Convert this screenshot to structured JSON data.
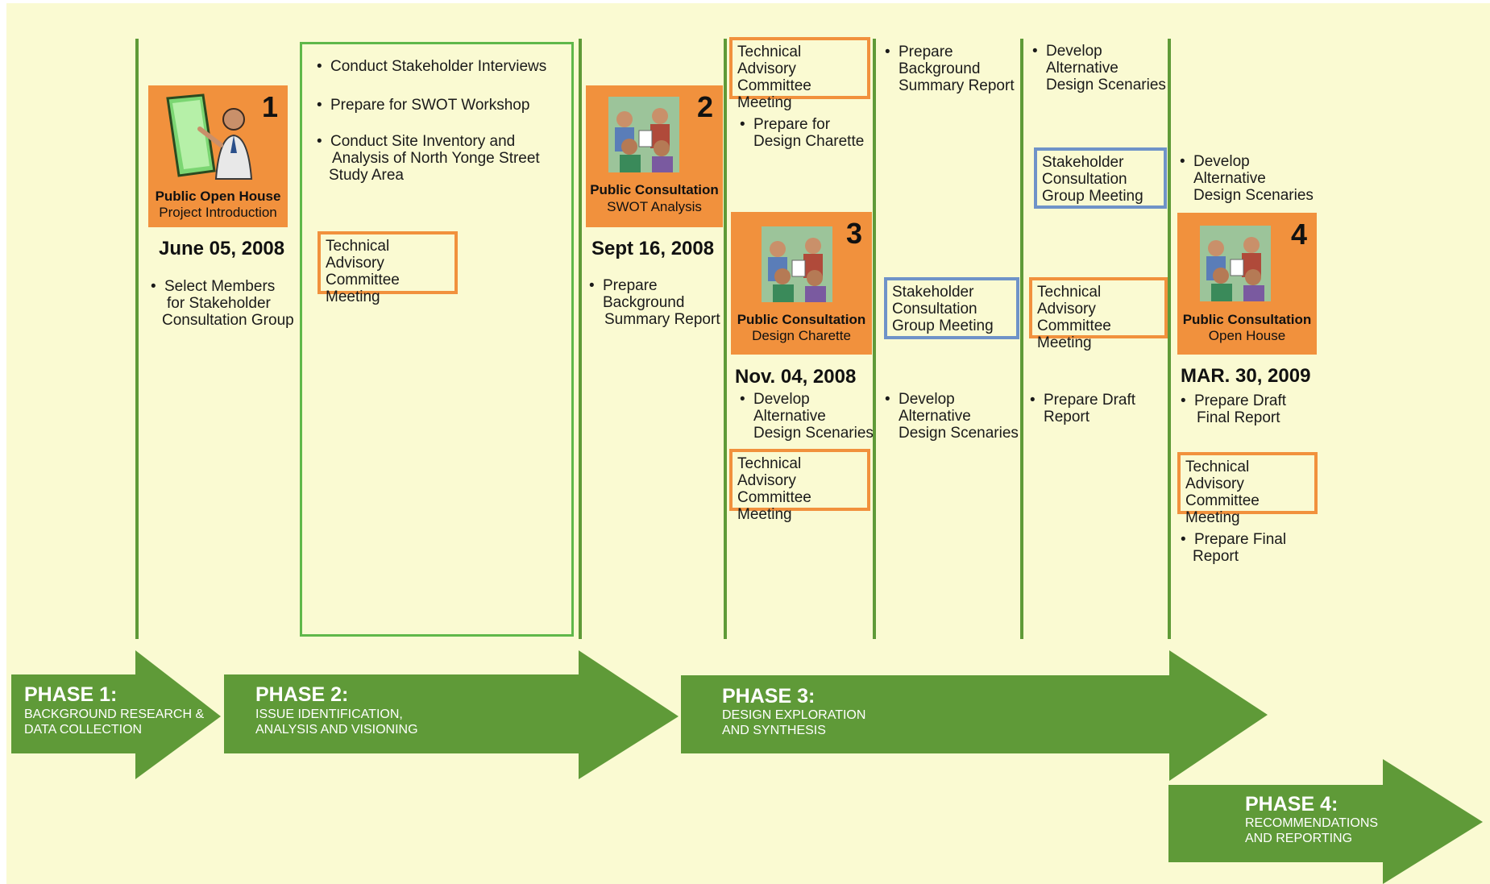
{
  "phases": [
    {
      "title": "PHASE 1:",
      "subtitle_1": "BACKGROUND RESEARCH &",
      "subtitle_2": "DATA COLLECTION"
    },
    {
      "title": "PHASE 2:",
      "subtitle_1": "ISSUE IDENTIFICATION,",
      "subtitle_2": "ANALYSIS AND VISIONING"
    },
    {
      "title": "PHASE 3:",
      "subtitle_1": "DESIGN EXPLORATION",
      "subtitle_2": "AND SYNTHESIS"
    },
    {
      "title": "PHASE 4:",
      "subtitle_1": "RECOMMENDATIONS",
      "subtitle_2": "AND REPORTING"
    }
  ],
  "milestones": [
    {
      "number": "1",
      "caption_1": "Public Open House",
      "caption_2": "Project Introduction",
      "date": "June 05, 2008",
      "icon": "presenter-icon"
    },
    {
      "number": "2",
      "caption_1": "Public Consultation",
      "caption_2": "SWOT Analysis",
      "date": "Sept 16, 2008",
      "icon": "meeting-icon"
    },
    {
      "number": "3",
      "caption_1": "Public Consultation",
      "caption_2": "Design Charette",
      "date": "Nov. 04, 2008",
      "icon": "meeting-icon"
    },
    {
      "number": "4",
      "caption_1": "Public Consultation",
      "caption_2": "Open House",
      "date": "MAR. 30, 2009",
      "icon": "meeting-icon"
    }
  ],
  "bullet_glyph": "•",
  "tasks": {
    "col1_a": [
      "Select Members",
      "for Stakeholder",
      "Consultation Group"
    ],
    "col2_a": [
      "Conduct Stakeholder Interviews"
    ],
    "col2_b": [
      "Prepare for SWOT Workshop"
    ],
    "col2_c": [
      "Conduct Site Inventory and",
      "Analysis of North Yonge Street",
      "Study Area"
    ],
    "col3_a": [
      "Prepare",
      "Background",
      "Summary Report"
    ],
    "col4_a": [
      "Prepare for",
      "Design Charette"
    ],
    "col4_b": [
      "Develop",
      "Alternative",
      "Design Scenaries"
    ],
    "col5_a": [
      "Prepare",
      "Background",
      "Summary Report"
    ],
    "col5_b": [
      "Develop",
      "Alternative",
      "Design Scenaries"
    ],
    "col6_a": [
      "Develop",
      "Alternative",
      "Design Scenaries"
    ],
    "col6_b": [
      "Prepare Draft",
      "Report"
    ],
    "col7_a": [
      "Develop",
      "Alternative",
      "Design Scenaries"
    ],
    "col7_b": [
      "Prepare Draft",
      "Final Report"
    ],
    "col7_c": [
      "Prepare Final",
      "Report"
    ]
  },
  "meetings": {
    "tac": [
      "Technical",
      "Advisory",
      "Committee Meeting"
    ],
    "scg": [
      "Stakeholder",
      "Consultation",
      "Group Meeting"
    ]
  },
  "colors": {
    "background": "#fafad2",
    "arrow": "#5f9a38",
    "card": "#f1913d",
    "tac_border": "#f1913d",
    "scg_border": "#6f93c8",
    "study_border": "#5fb84a"
  }
}
